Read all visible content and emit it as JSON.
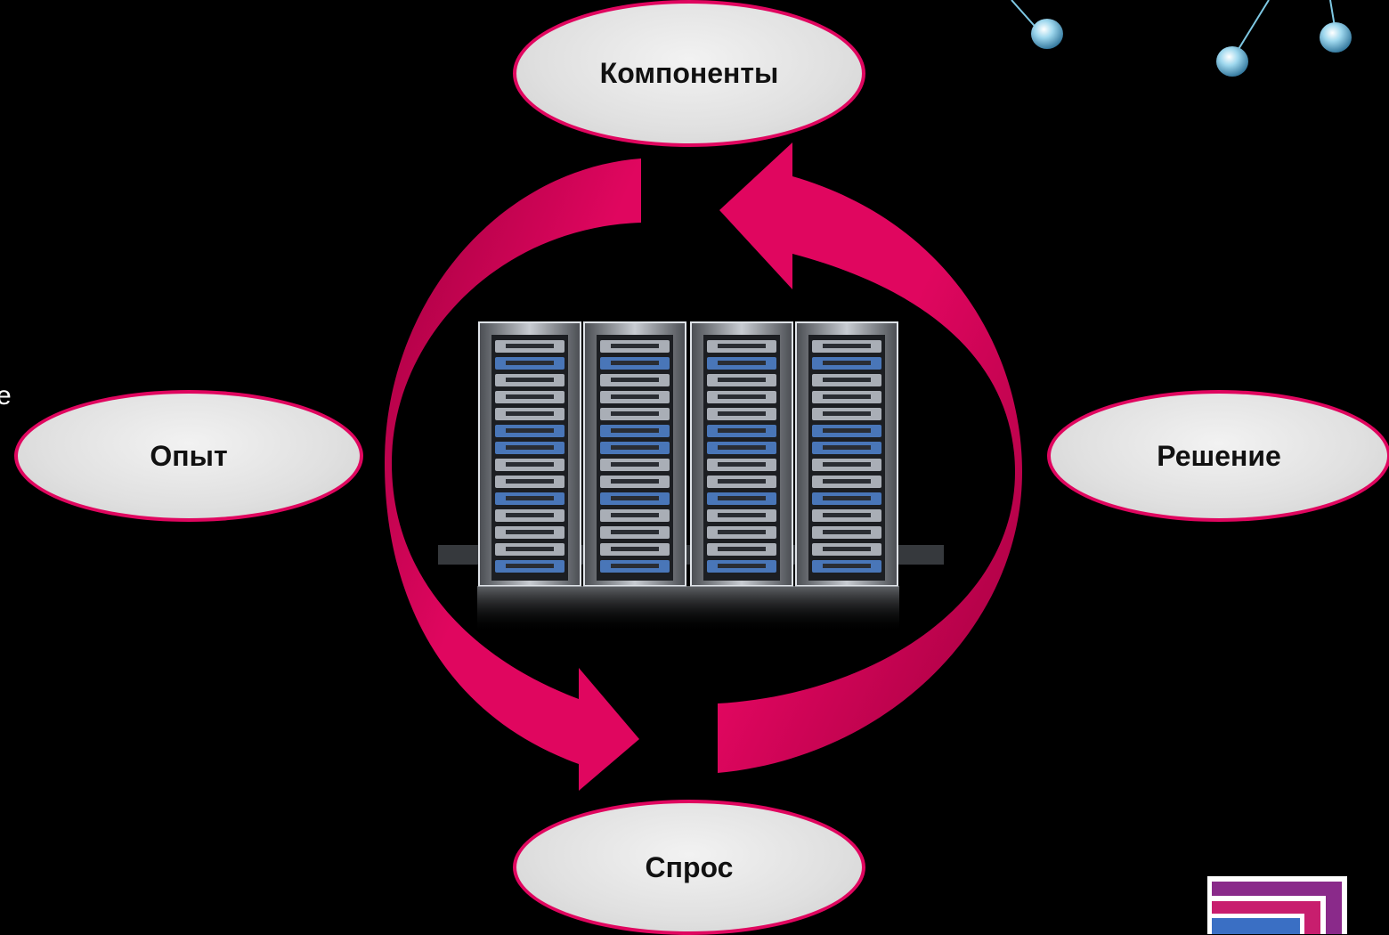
{
  "diagram": {
    "nodes": {
      "top": "Компоненты",
      "left": "Опыт",
      "right": "Решение",
      "bottom": "Спрос"
    },
    "edge_text": "е"
  },
  "colors": {
    "background": "#000000",
    "accent": "#e0065f",
    "accent_dark": "#a0003e",
    "node_fill": "#e0e0e0",
    "molecule": "#7ec8e3"
  },
  "icons": [
    "server-rack-icon",
    "molecule-icon",
    "logo-icon"
  ]
}
